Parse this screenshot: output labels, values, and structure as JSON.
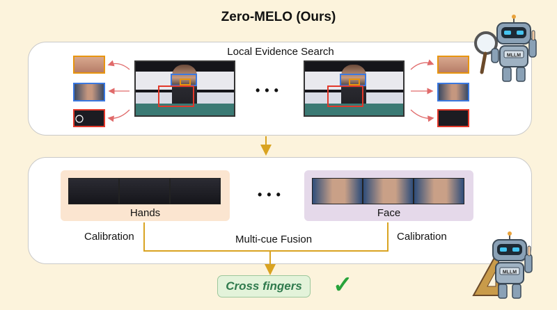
{
  "title": "Zero-MELO (Ours)",
  "local_search": {
    "label": "Local Evidence Search",
    "ellipsis": "• • •"
  },
  "fusion": {
    "hands_label": "Hands",
    "face_label": "Face",
    "ellipsis": "• • •",
    "calibration_left": "Calibration",
    "calibration_right": "Calibration",
    "fusion_label": "Multi-cue Fusion"
  },
  "result": {
    "label": "Cross fingers",
    "check": "✓"
  },
  "robot_badge": "MLLM",
  "colors": {
    "background": "#fcf3dc",
    "orange_box": "#e8950f",
    "blue_box": "#3a78e0",
    "red_box": "#e2382a",
    "hands_panel": "#fbe5d0",
    "face_panel": "#e5d9ea",
    "connector": "#d9a321",
    "result_text": "#2f7a4d",
    "check": "#27a33a"
  }
}
